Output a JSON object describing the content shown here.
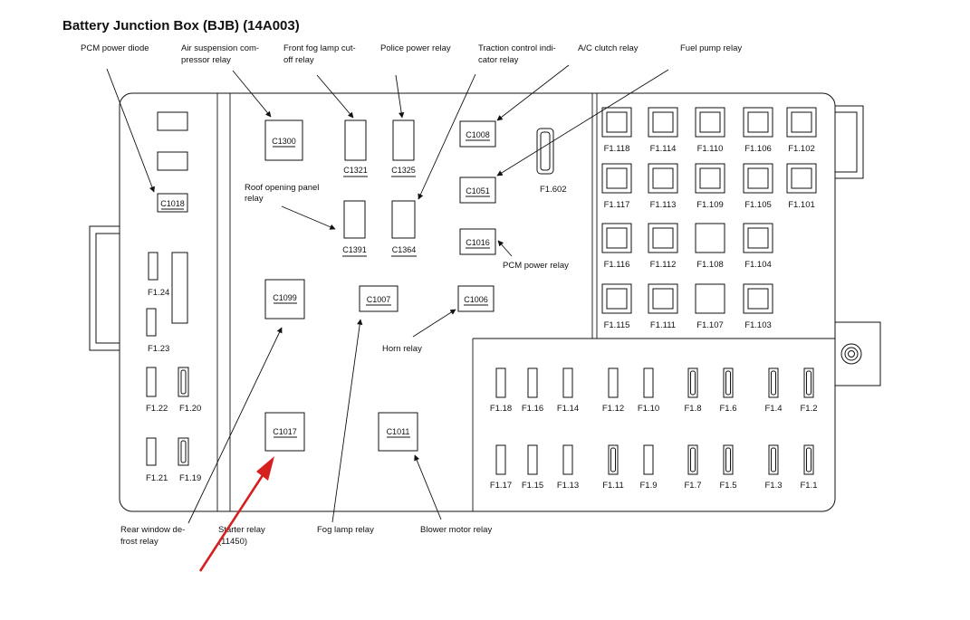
{
  "title": "Battery Junction Box (BJB) (14A003)",
  "callouts": {
    "pcm_diode": "PCM power diode",
    "air_susp_1": "Air suspension com-",
    "air_susp_2": "pressor relay",
    "front_fog_1": "Front fog lamp cut-",
    "front_fog_2": "off relay",
    "police": "Police power relay",
    "traction_1": "Traction control indi-",
    "traction_2": "cator relay",
    "ac_clutch": "A/C clutch relay",
    "fuel_pump": "Fuel pump relay",
    "roof_1": "Roof opening panel",
    "roof_2": "relay",
    "pcm_relay": "PCM power relay",
    "horn": "Horn relay",
    "rear_1": "Rear window de-",
    "rear_2": "frost relay",
    "starter_1": "Starter relay",
    "starter_2": "(11450)",
    "fog": "Fog lamp relay",
    "blower": "Blower motor relay"
  },
  "connectors": {
    "c1300": "C1300",
    "c1321": "C1321",
    "c1325": "C1325",
    "c1008": "C1008",
    "c1051": "C1051",
    "c1016": "C1016",
    "c1018": "C1018",
    "c1391": "C1391",
    "c1364": "C1364",
    "c1099": "C1099",
    "c1007": "C1007",
    "c1006": "C1006",
    "c1017": "C1017",
    "c1011": "C1011"
  },
  "fuses": {
    "f1602": "F1.602",
    "f124": "F1.24",
    "f123": "F1.23",
    "f122": "F1.22",
    "f120": "F1.20",
    "f121": "F1.21",
    "f119": "F1.19"
  },
  "maxi_fuses": [
    "F1.118",
    "F1.114",
    "F1.110",
    "F1.106",
    "F1.102",
    "F1.117",
    "F1.113",
    "F1.109",
    "F1.105",
    "F1.101",
    "F1.116",
    "F1.112",
    "F1.108",
    "F1.104",
    "F1.115",
    "F1.111",
    "F1.107",
    "F1.103"
  ],
  "mini_fuses_top": [
    "F1.18",
    "F1.16",
    "F1.14",
    "F1.12",
    "F1.10",
    "F1.8",
    "F1.6",
    "F1.4",
    "F1.2"
  ],
  "mini_fuses_bottom": [
    "F1.17",
    "F1.15",
    "F1.13",
    "F1.11",
    "F1.9",
    "F1.7",
    "F1.5",
    "F1.3",
    "F1.1"
  ],
  "colors": {
    "arrow": "#d62020",
    "ink": "#111111"
  }
}
